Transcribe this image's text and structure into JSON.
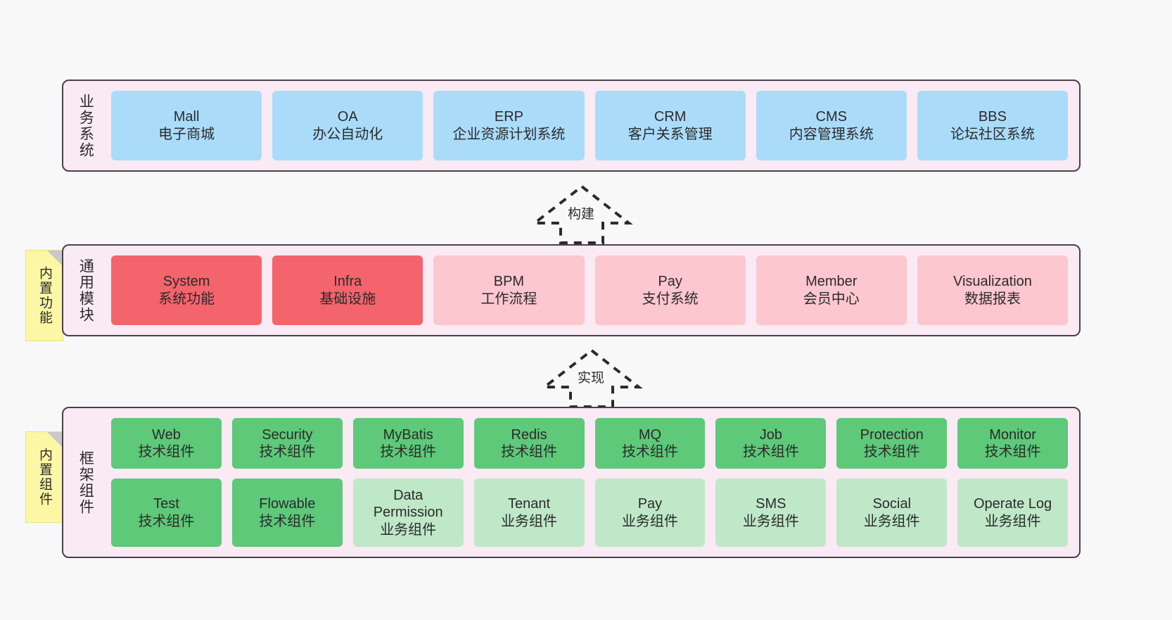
{
  "diagram": {
    "background_color": "#f8f8f8",
    "container_fill": "#f9eaf4",
    "container_stroke": "#4a3f4d"
  },
  "layers": [
    {
      "id": "business",
      "title": "业务系统",
      "note": null,
      "rows": [
        {
          "style": "blue",
          "nodes": [
            {
              "name": "Mall",
              "desc": "电子商城"
            },
            {
              "name": "OA",
              "desc": "办公自动化"
            },
            {
              "name": "ERP",
              "desc": "企业资源计划系统"
            },
            {
              "name": "CRM",
              "desc": "客户关系管理"
            },
            {
              "name": "CMS",
              "desc": "内容管理系统"
            },
            {
              "name": "BBS",
              "desc": "论坛社区系统"
            }
          ]
        }
      ]
    },
    {
      "id": "common-module",
      "title": "通用模块",
      "note": "内置功能",
      "rows": [
        {
          "style": "mixed",
          "nodes": [
            {
              "name": "System",
              "desc": "系统功能",
              "style": "red-strong"
            },
            {
              "name": "Infra",
              "desc": "基础设施",
              "style": "red-strong"
            },
            {
              "name": "BPM",
              "desc": "工作流程",
              "style": "red-light"
            },
            {
              "name": "Pay",
              "desc": "支付系统",
              "style": "red-light"
            },
            {
              "name": "Member",
              "desc": "会员中心",
              "style": "red-light"
            },
            {
              "name": "Visualization",
              "desc": "数据报表",
              "style": "red-light"
            }
          ]
        }
      ]
    },
    {
      "id": "framework-component",
      "title": "框架组件",
      "note": "内置组件",
      "rows": [
        {
          "style": "green-strong",
          "nodes": [
            {
              "name": "Web",
              "desc": "技术组件"
            },
            {
              "name": "Security",
              "desc": "技术组件"
            },
            {
              "name": "MyBatis",
              "desc": "技术组件"
            },
            {
              "name": "Redis",
              "desc": "技术组件"
            },
            {
              "name": "MQ",
              "desc": "技术组件"
            },
            {
              "name": "Job",
              "desc": "技术组件"
            },
            {
              "name": "Protection",
              "desc": "技术组件"
            },
            {
              "name": "Monitor",
              "desc": "技术组件"
            }
          ]
        },
        {
          "style": "mixed",
          "nodes": [
            {
              "name": "Test",
              "desc": "技术组件",
              "style": "green-strong"
            },
            {
              "name": "Flowable",
              "desc": "技术组件",
              "style": "green-strong"
            },
            {
              "name": "Data Permission",
              "desc": "业务组件",
              "style": "green-light"
            },
            {
              "name": "Tenant",
              "desc": "业务组件",
              "style": "green-light"
            },
            {
              "name": "Pay",
              "desc": "业务组件",
              "style": "green-light"
            },
            {
              "name": "SMS",
              "desc": "业务组件",
              "style": "green-light"
            },
            {
              "name": "Social",
              "desc": "业务组件",
              "style": "green-light"
            },
            {
              "name": "Operate Log",
              "desc": "业务组件",
              "style": "green-light"
            }
          ]
        }
      ]
    }
  ],
  "connectors": [
    {
      "id": "build",
      "label": "构建",
      "direction": "up"
    },
    {
      "id": "implement",
      "label": "实现",
      "direction": "up"
    }
  ],
  "palette": {
    "blue": "#aadcfa",
    "red_strong": "#f4646c",
    "red_light": "#fcc7cf",
    "green_strong": "#5dc979",
    "green_light": "#bfe8c8",
    "note_yellow": "#fbf7a4"
  }
}
